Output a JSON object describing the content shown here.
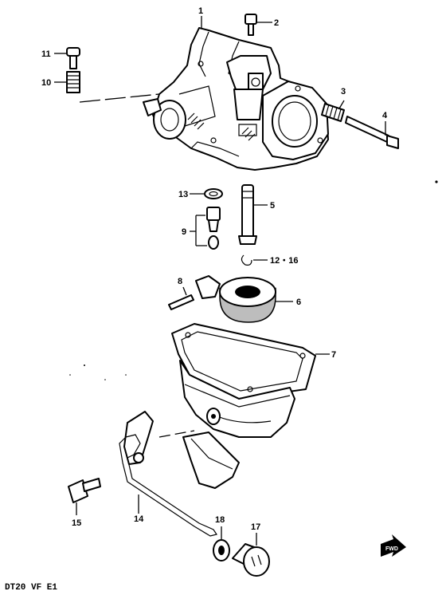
{
  "caption": "DT20 VF E1",
  "parts": {
    "p1": "1",
    "p2": "2",
    "p3": "3",
    "p4": "4",
    "p5": "5",
    "p6": "6",
    "p7": "7",
    "p8": "8",
    "p9": "9",
    "p10": "10",
    "p11": "11",
    "p12_16": "12・16",
    "p13": "13",
    "p14": "14",
    "p15": "15",
    "p17": "17",
    "p18": "18"
  },
  "front_marker": {
    "icon": "front-arrow-icon",
    "text": "FWD"
  }
}
